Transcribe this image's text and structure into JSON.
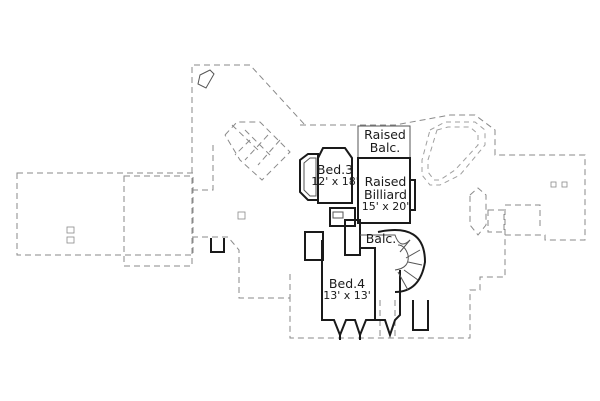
{
  "diagram": {
    "type": "architectural floor plan",
    "level": "upper floor",
    "colors": {
      "background": "#ffffff",
      "walls": "#1a1a1a",
      "outline_dashed": "#8a8a8a"
    },
    "rooms": [
      {
        "id": "raised-balc",
        "name_line1": "Raised",
        "name_line2": "Balc.",
        "dims": ""
      },
      {
        "id": "bed3",
        "name": "Bed.3",
        "dims": "12' x 18'"
      },
      {
        "id": "raised-billiard",
        "name_line1": "Raised",
        "name_line2": "Billiard",
        "dims": "15' x 20'"
      },
      {
        "id": "balc",
        "name": "Balc.",
        "dims": ""
      },
      {
        "id": "bed4",
        "name": "Bed.4",
        "dims": "13' x 13'"
      }
    ]
  }
}
